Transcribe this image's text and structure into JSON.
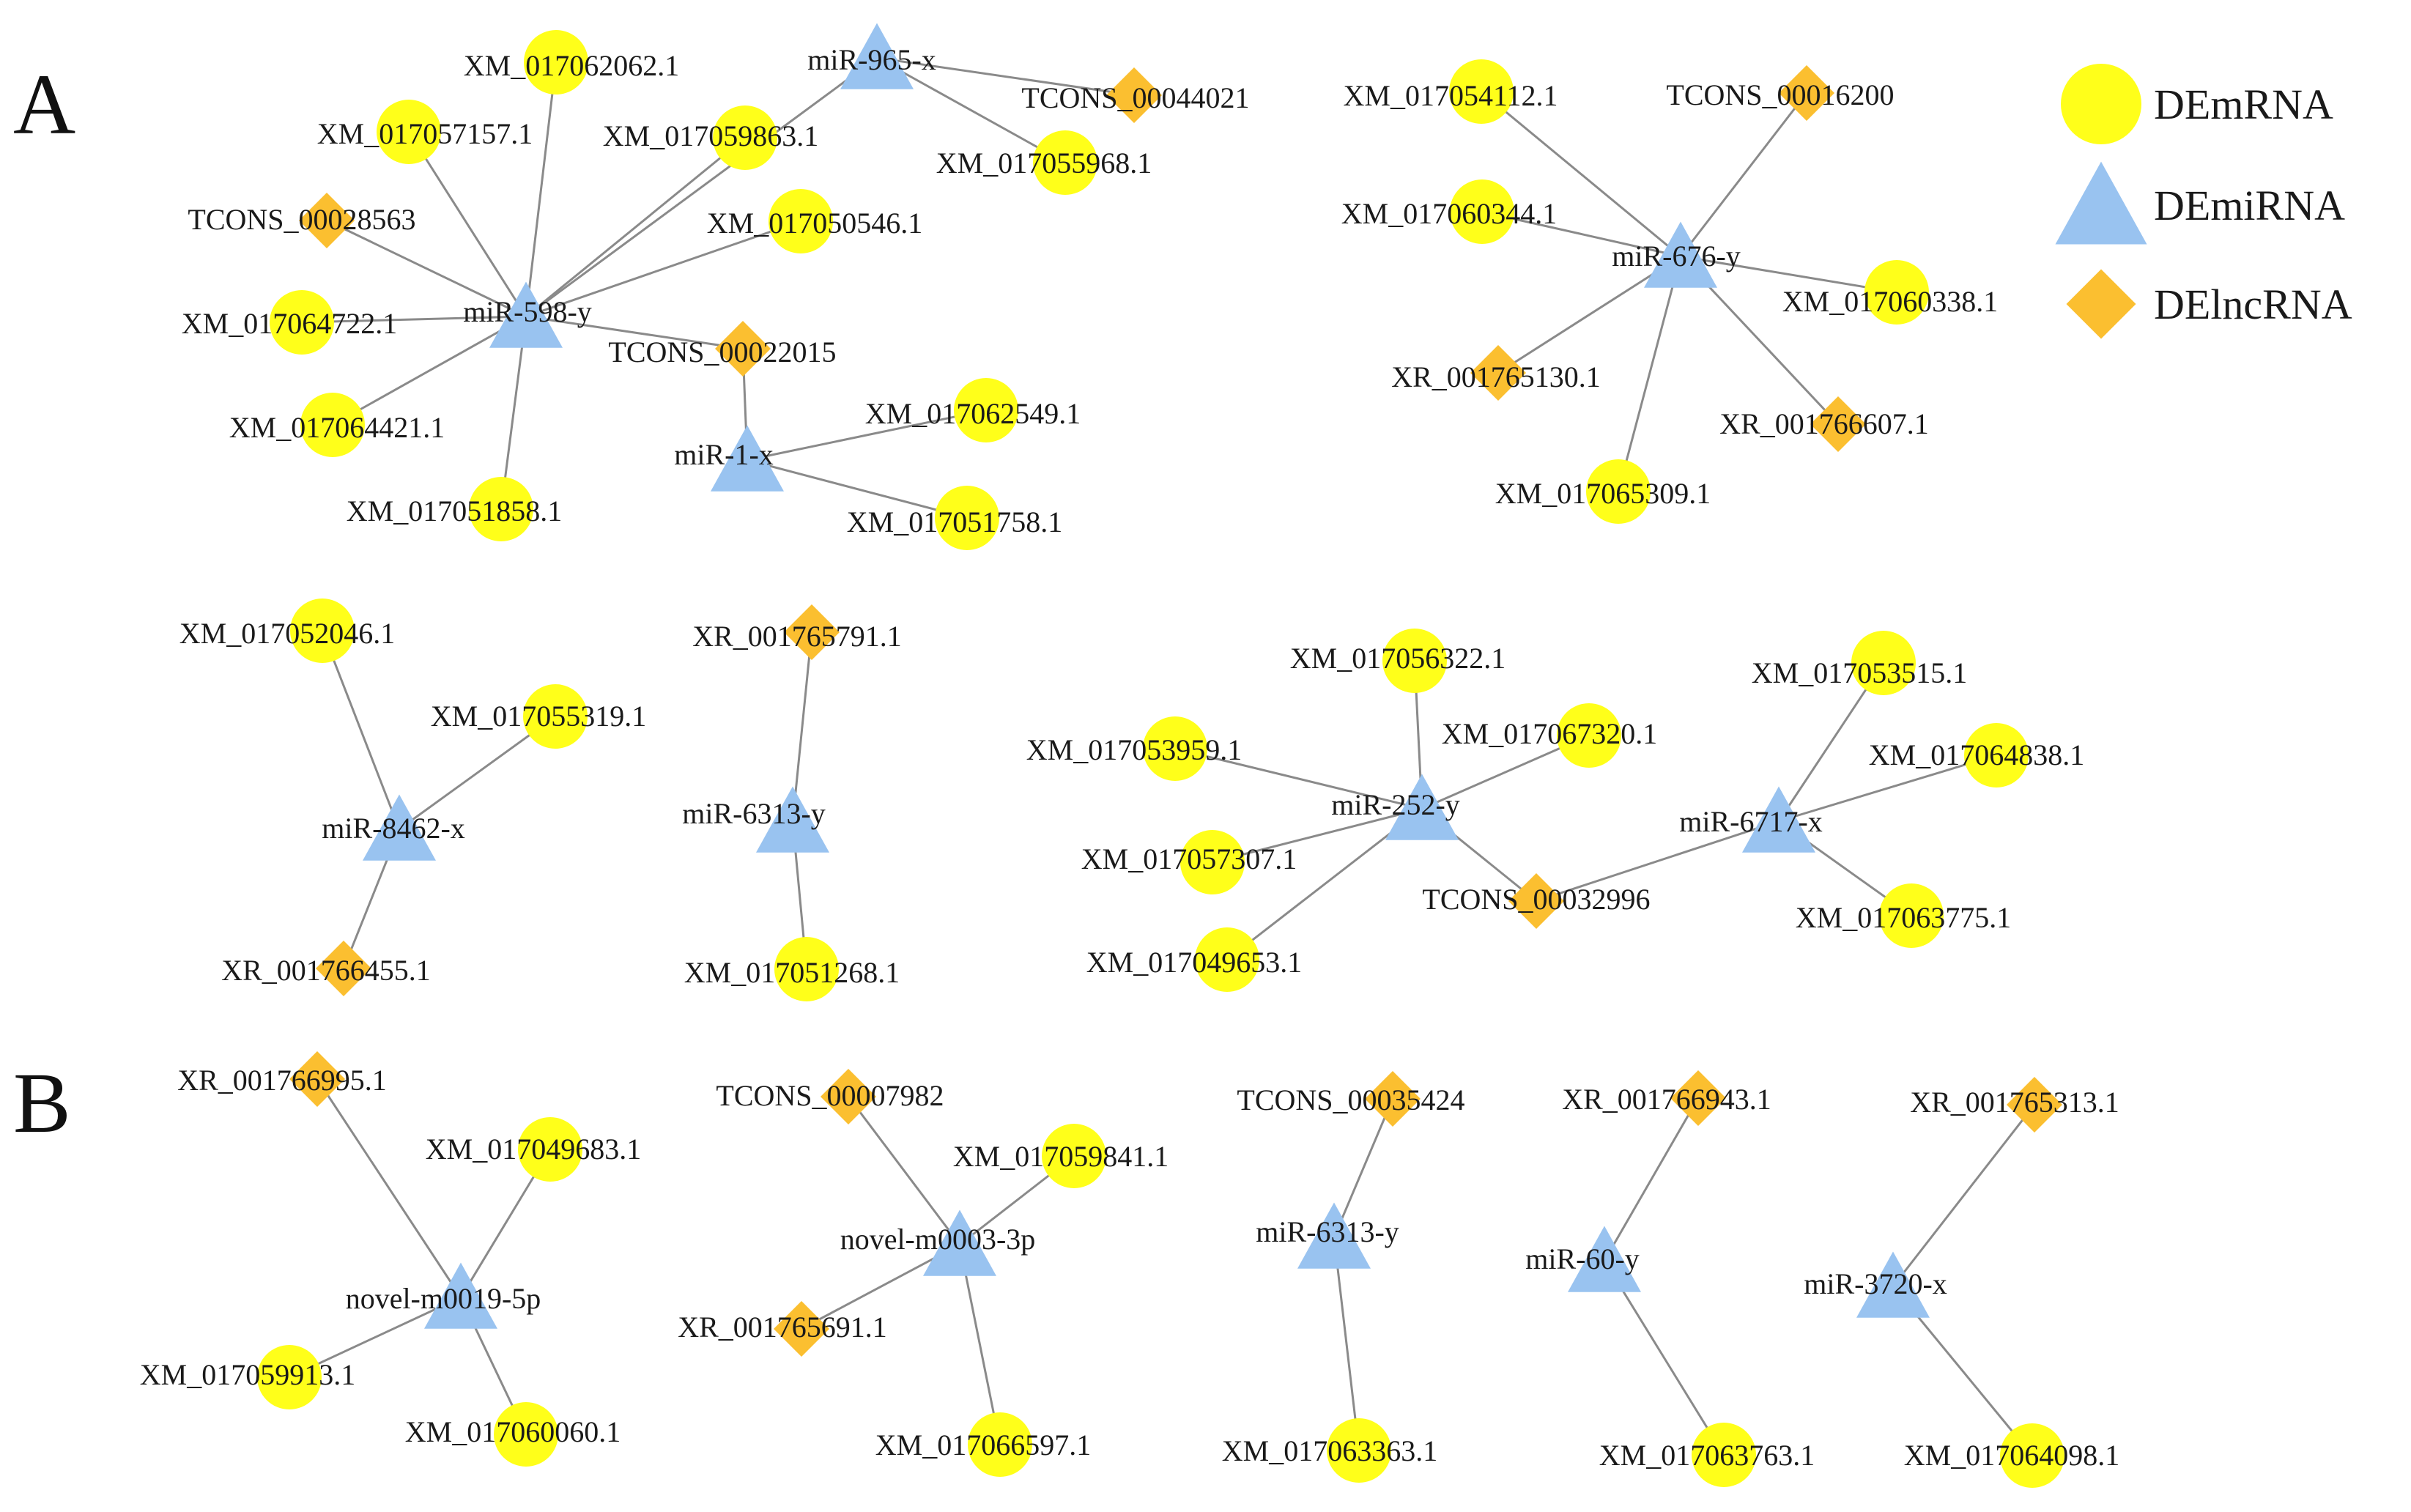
{
  "colors": {
    "mrna": "#FFFF1A",
    "mirna": "#99C3F0",
    "lncrna": "#FBBF30",
    "edge": "#8A8A8A"
  },
  "panels": [
    {
      "id": "A",
      "label": "A"
    },
    {
      "id": "B",
      "label": "B"
    }
  ],
  "legend": [
    {
      "type": "mrna",
      "shape": "circle",
      "label": "DEmRNA"
    },
    {
      "type": "mirna",
      "shape": "triangle",
      "label": "DEmiRNA"
    },
    {
      "type": "lncrna",
      "shape": "diamond",
      "label": "DElncRNA"
    }
  ],
  "nodes": [
    {
      "id": "miR-598-y",
      "type": "mirna",
      "label": "miR-598-y"
    },
    {
      "id": "XM_017062062.1",
      "type": "mrna",
      "label": "XM_017062062.1"
    },
    {
      "id": "XM_017057157.1",
      "type": "mrna",
      "label": "XM_017057157.1"
    },
    {
      "id": "TCONS_00028563",
      "type": "lncrna",
      "label": "TCONS_00028563"
    },
    {
      "id": "XM_017064722.1",
      "type": "mrna",
      "label": "XM_017064722.1"
    },
    {
      "id": "XM_017064421.1",
      "type": "mrna",
      "label": "XM_017064421.1"
    },
    {
      "id": "XM_017051858.1",
      "type": "mrna",
      "label": "XM_017051858.1"
    },
    {
      "id": "XM_017059863.1",
      "type": "mrna",
      "label": "XM_017059863.1"
    },
    {
      "id": "XM_017050546.1",
      "type": "mrna",
      "label": "XM_017050546.1"
    },
    {
      "id": "TCONS_00022015",
      "type": "lncrna",
      "label": "TCONS_00022015"
    },
    {
      "id": "miR-965-x",
      "type": "mirna",
      "label": "miR-965-x"
    },
    {
      "id": "TCONS_00044021",
      "type": "lncrna",
      "label": "TCONS_00044021"
    },
    {
      "id": "XM_017055968.1",
      "type": "mrna",
      "label": "XM_017055968.1"
    },
    {
      "id": "miR-1-x",
      "type": "mirna",
      "label": "miR-1-x"
    },
    {
      "id": "XM_017062549.1",
      "type": "mrna",
      "label": "XM_017062549.1"
    },
    {
      "id": "XM_017051758.1",
      "type": "mrna",
      "label": "XM_017051758.1"
    },
    {
      "id": "miR-676-y",
      "type": "mirna",
      "label": "miR-676-y"
    },
    {
      "id": "XM_017054112.1",
      "type": "mrna",
      "label": "XM_017054112.1"
    },
    {
      "id": "TCONS_00016200",
      "type": "lncrna",
      "label": "TCONS_00016200"
    },
    {
      "id": "XM_017060344.1",
      "type": "mrna",
      "label": "XM_017060344.1"
    },
    {
      "id": "XM_017060338.1",
      "type": "mrna",
      "label": "XM_017060338.1"
    },
    {
      "id": "XR_001765130.1",
      "type": "lncrna",
      "label": "XR_001765130.1"
    },
    {
      "id": "XR_001766607.1",
      "type": "lncrna",
      "label": "XR_001766607.1"
    },
    {
      "id": "XM_017065309.1",
      "type": "mrna",
      "label": "XM_017065309.1"
    },
    {
      "id": "miR-8462-x",
      "type": "mirna",
      "label": "miR-8462-x"
    },
    {
      "id": "XM_017052046.1",
      "type": "mrna",
      "label": "XM_017052046.1"
    },
    {
      "id": "XM_017055319.1",
      "type": "mrna",
      "label": "XM_017055319.1"
    },
    {
      "id": "XR_001766455.1",
      "type": "lncrna",
      "label": "XR_001766455.1"
    },
    {
      "id": "miR-6313-y-A",
      "type": "mirna",
      "label": "miR-6313-y"
    },
    {
      "id": "XR_001765791.1",
      "type": "lncrna",
      "label": "XR_001765791.1"
    },
    {
      "id": "XM_017051268.1",
      "type": "mrna",
      "label": "XM_017051268.1"
    },
    {
      "id": "miR-252-y",
      "type": "mirna",
      "label": "miR-252-y"
    },
    {
      "id": "XM_017056322.1",
      "type": "mrna",
      "label": "XM_017056322.1"
    },
    {
      "id": "XM_017067320.1",
      "type": "mrna",
      "label": "XM_017067320.1"
    },
    {
      "id": "XM_017053959.1",
      "type": "mrna",
      "label": "XM_017053959.1"
    },
    {
      "id": "XM_017057307.1",
      "type": "mrna",
      "label": "XM_017057307.1"
    },
    {
      "id": "XM_017049653.1",
      "type": "mrna",
      "label": "XM_017049653.1"
    },
    {
      "id": "TCONS_00032996",
      "type": "lncrna",
      "label": "TCONS_00032996"
    },
    {
      "id": "miR-6717-x",
      "type": "mirna",
      "label": "miR-6717-x"
    },
    {
      "id": "XM_017053515.1",
      "type": "mrna",
      "label": "XM_017053515.1"
    },
    {
      "id": "XM_017064838.1",
      "type": "mrna",
      "label": "XM_017064838.1"
    },
    {
      "id": "XM_017063775.1",
      "type": "mrna",
      "label": "XM_017063775.1"
    },
    {
      "id": "novel-m0019-5p",
      "type": "mirna",
      "label": "novel-m0019-5p"
    },
    {
      "id": "XR_001766995.1",
      "type": "lncrna",
      "label": "XR_001766995.1"
    },
    {
      "id": "XM_017049683.1",
      "type": "mrna",
      "label": "XM_017049683.1"
    },
    {
      "id": "XM_017059913.1",
      "type": "mrna",
      "label": "XM_017059913.1"
    },
    {
      "id": "XM_017060060.1",
      "type": "mrna",
      "label": "XM_017060060.1"
    },
    {
      "id": "novel-m0003-3p",
      "type": "mirna",
      "label": "novel-m0003-3p"
    },
    {
      "id": "TCONS_00007982",
      "type": "lncrna",
      "label": "TCONS_00007982"
    },
    {
      "id": "XM_017059841.1",
      "type": "mrna",
      "label": "XM_017059841.1"
    },
    {
      "id": "XR_001765691.1",
      "type": "lncrna",
      "label": "XR_001765691.1"
    },
    {
      "id": "XM_017066597.1",
      "type": "mrna",
      "label": "XM_017066597.1"
    },
    {
      "id": "miR-6313-y-B",
      "type": "mirna",
      "label": "miR-6313-y"
    },
    {
      "id": "TCONS_00035424",
      "type": "lncrna",
      "label": "TCONS_00035424"
    },
    {
      "id": "XM_017063363.1",
      "type": "mrna",
      "label": "XM_017063363.1"
    },
    {
      "id": "miR-60-y",
      "type": "mirna",
      "label": "miR-60-y"
    },
    {
      "id": "XR_001766943.1",
      "type": "lncrna",
      "label": "XR_001766943.1"
    },
    {
      "id": "XM_017063763.1",
      "type": "mrna",
      "label": "XM_017063763.1"
    },
    {
      "id": "miR-3720-x",
      "type": "mirna",
      "label": "miR-3720-x"
    },
    {
      "id": "XR_001765313.1",
      "type": "lncrna",
      "label": "XR_001765313.1"
    },
    {
      "id": "XM_017064098.1",
      "type": "mrna",
      "label": "XM_017064098.1"
    }
  ],
  "edges": [
    [
      "miR-598-y",
      "XM_017062062.1"
    ],
    [
      "miR-598-y",
      "XM_017057157.1"
    ],
    [
      "miR-598-y",
      "TCONS_00028563"
    ],
    [
      "miR-598-y",
      "XM_017064722.1"
    ],
    [
      "miR-598-y",
      "XM_017064421.1"
    ],
    [
      "miR-598-y",
      "XM_017051858.1"
    ],
    [
      "miR-598-y",
      "XM_017059863.1"
    ],
    [
      "miR-598-y",
      "XM_017050546.1"
    ],
    [
      "miR-598-y",
      "TCONS_00022015"
    ],
    [
      "miR-598-y",
      "miR-965-x"
    ],
    [
      "miR-965-x",
      "TCONS_00044021"
    ],
    [
      "miR-965-x",
      "XM_017055968.1"
    ],
    [
      "TCONS_00022015",
      "miR-1-x"
    ],
    [
      "miR-1-x",
      "XM_017062549.1"
    ],
    [
      "miR-1-x",
      "XM_017051758.1"
    ],
    [
      "miR-676-y",
      "XM_017054112.1"
    ],
    [
      "miR-676-y",
      "TCONS_00016200"
    ],
    [
      "miR-676-y",
      "XM_017060344.1"
    ],
    [
      "miR-676-y",
      "XM_017060338.1"
    ],
    [
      "miR-676-y",
      "XR_001765130.1"
    ],
    [
      "miR-676-y",
      "XR_001766607.1"
    ],
    [
      "miR-676-y",
      "XM_017065309.1"
    ],
    [
      "miR-8462-x",
      "XM_017052046.1"
    ],
    [
      "miR-8462-x",
      "XM_017055319.1"
    ],
    [
      "miR-8462-x",
      "XR_001766455.1"
    ],
    [
      "miR-6313-y-A",
      "XR_001765791.1"
    ],
    [
      "miR-6313-y-A",
      "XM_017051268.1"
    ],
    [
      "miR-252-y",
      "XM_017056322.1"
    ],
    [
      "miR-252-y",
      "XM_017067320.1"
    ],
    [
      "miR-252-y",
      "XM_017053959.1"
    ],
    [
      "miR-252-y",
      "XM_017057307.1"
    ],
    [
      "miR-252-y",
      "XM_017049653.1"
    ],
    [
      "miR-252-y",
      "TCONS_00032996"
    ],
    [
      "TCONS_00032996",
      "miR-6717-x"
    ],
    [
      "miR-6717-x",
      "XM_017053515.1"
    ],
    [
      "miR-6717-x",
      "XM_017064838.1"
    ],
    [
      "miR-6717-x",
      "XM_017063775.1"
    ],
    [
      "novel-m0019-5p",
      "XR_001766995.1"
    ],
    [
      "novel-m0019-5p",
      "XM_017049683.1"
    ],
    [
      "novel-m0019-5p",
      "XM_017059913.1"
    ],
    [
      "novel-m0019-5p",
      "XM_017060060.1"
    ],
    [
      "novel-m0003-3p",
      "TCONS_00007982"
    ],
    [
      "novel-m0003-3p",
      "XM_017059841.1"
    ],
    [
      "novel-m0003-3p",
      "XR_001765691.1"
    ],
    [
      "novel-m0003-3p",
      "XM_017066597.1"
    ],
    [
      "miR-6313-y-B",
      "TCONS_00035424"
    ],
    [
      "miR-6313-y-B",
      "XM_017063363.1"
    ],
    [
      "miR-60-y",
      "XR_001766943.1"
    ],
    [
      "miR-60-y",
      "XM_017063763.1"
    ],
    [
      "miR-3720-x",
      "XR_001765313.1"
    ],
    [
      "miR-3720-x",
      "XM_017064098.1"
    ]
  ]
}
